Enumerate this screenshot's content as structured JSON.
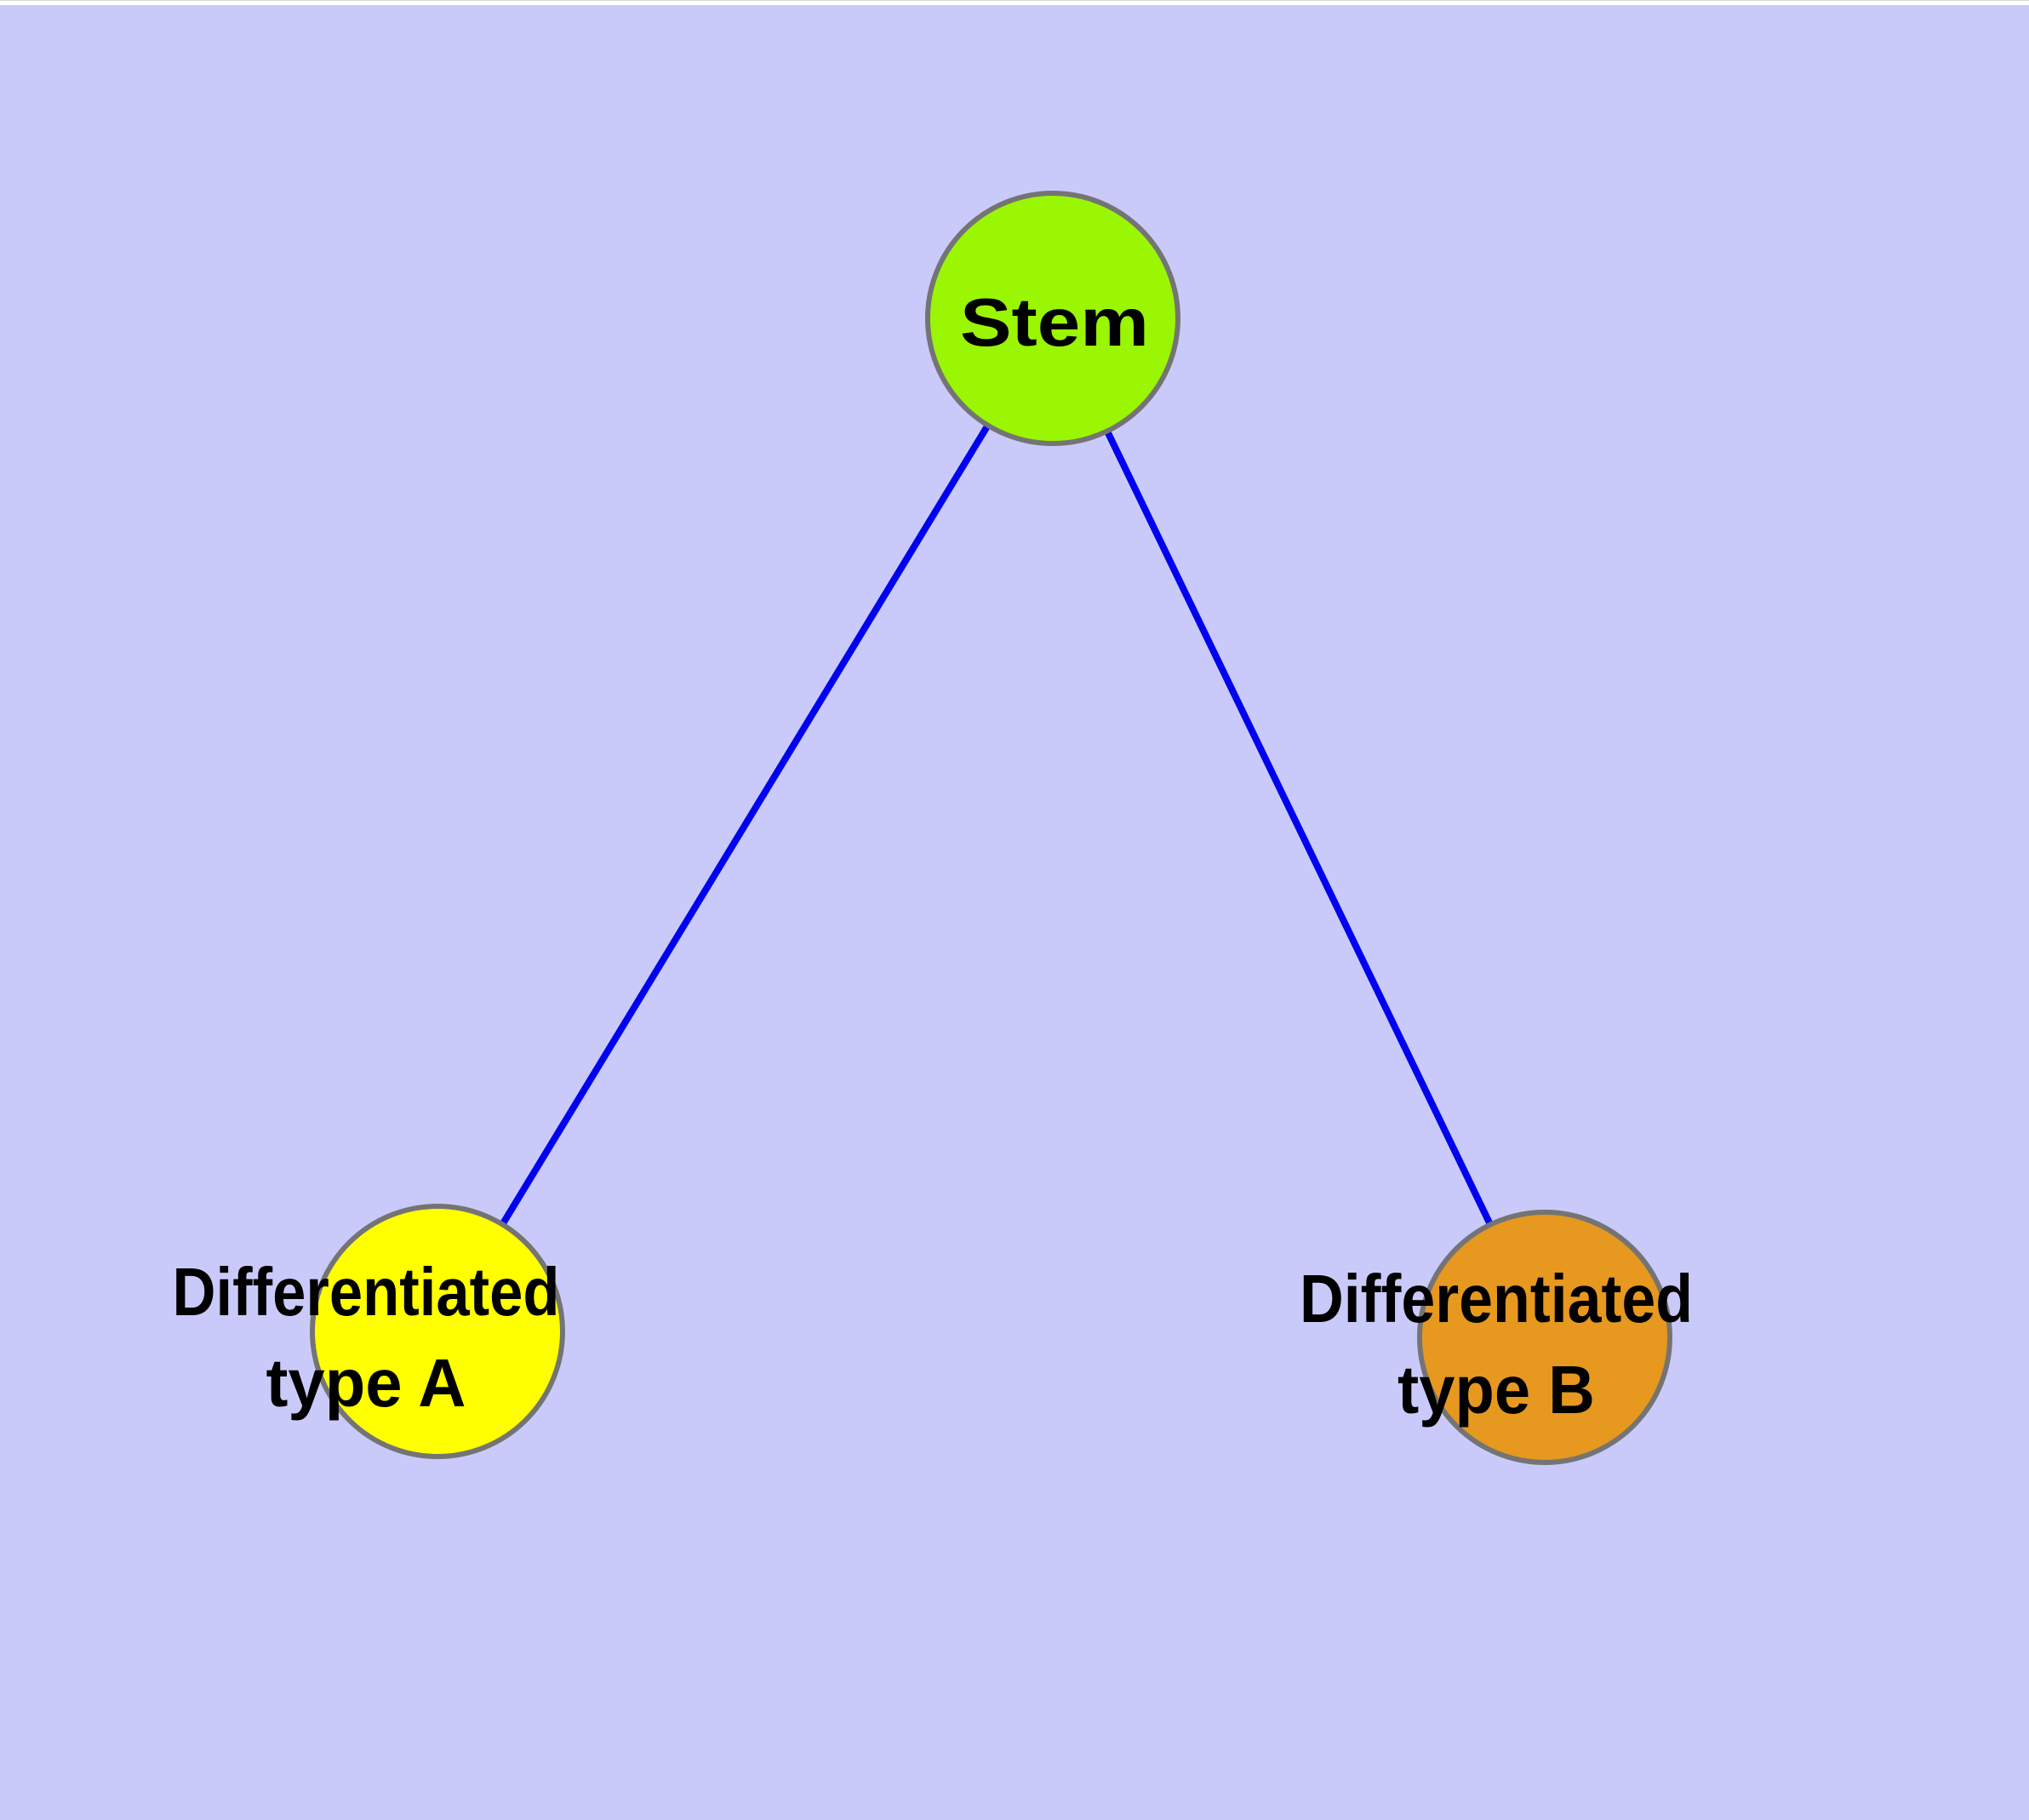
{
  "diagram": {
    "type": "graph",
    "description": "Stem cell differentiation graph with one root node and two differentiated child nodes",
    "colors": {
      "background_color": "#cacafa",
      "top_strip_color": "#ffffff",
      "top_strip_edge_color": "#d8d8d8",
      "edge_color": "#0101f1",
      "node_border_color": "#747474",
      "label_color": "#000000",
      "stem_fill": "#9bf604",
      "type_a_fill": "#ffff00",
      "type_b_fill": "#e6981f"
    },
    "nodes": [
      {
        "id": "stem",
        "label": "Stem",
        "label_lines": {
          "line1": "Stem",
          "line2": ""
        },
        "fill": "#9bf604"
      },
      {
        "id": "differentiated-type-a",
        "label": "Differentiated type A",
        "label_lines": {
          "line1": "Differentiated",
          "line2": "type A"
        },
        "fill": "#ffff00"
      },
      {
        "id": "differentiated-type-b",
        "label": "Differentiated type B",
        "label_lines": {
          "line1": "Differentiated",
          "line2": "type B"
        },
        "fill": "#e6981f"
      }
    ],
    "edges": [
      {
        "source": "Stem",
        "target": "Differentiated type A"
      },
      {
        "source": "Stem",
        "target": "Differentiated type B"
      }
    ]
  }
}
